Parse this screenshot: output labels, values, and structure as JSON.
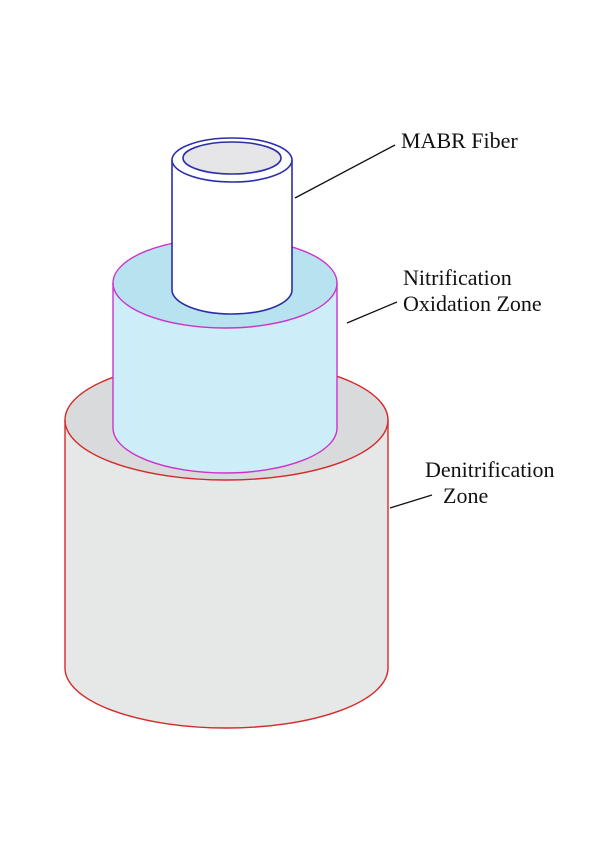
{
  "diagram": {
    "type": "layered cylinder schematic",
    "layers": [
      {
        "id": "denitrification",
        "label_line1": "Denitrification",
        "label_line2": "Zone",
        "outline": "#d42a2a",
        "fill_top": "#d9dadb",
        "fill_side": "#e6e7e7"
      },
      {
        "id": "nitrification",
        "label_line1": "Nitrification",
        "label_line2": "Oxidation Zone",
        "outline": "#cc33cc",
        "fill_top": "#b7e3f1",
        "fill_side": "#cdeef8"
      },
      {
        "id": "fiber",
        "label": "MABR Fiber",
        "outline": "#2b2fa6",
        "fill_side": "#ffffff",
        "fill_bore": "#e6e6e8"
      }
    ],
    "leader_color": "#111111"
  }
}
